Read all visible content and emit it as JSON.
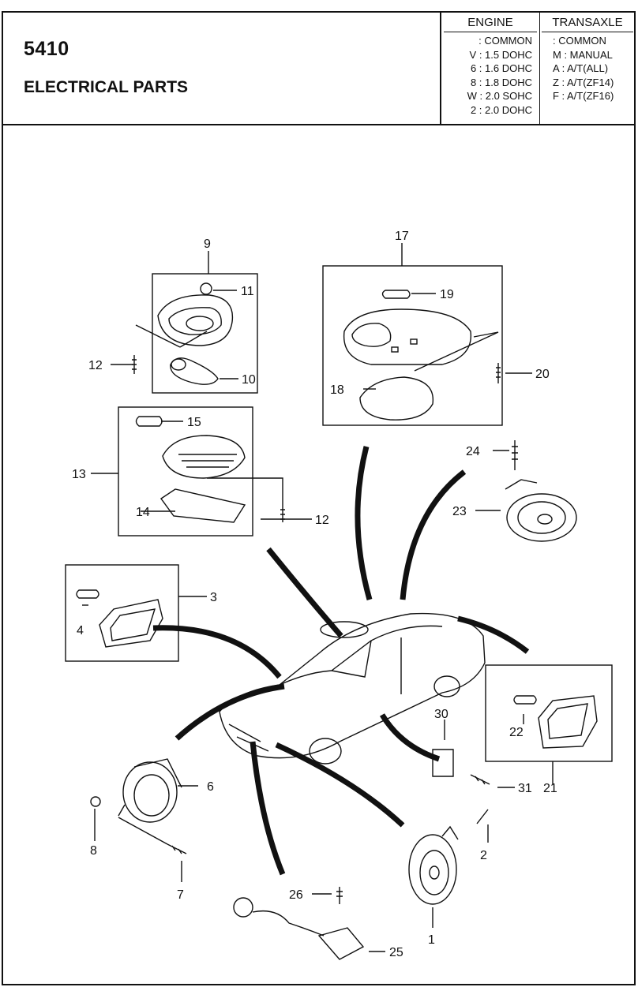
{
  "header": {
    "code": "5410",
    "title": "ELECTRICAL PARTS",
    "engine": {
      "heading": "ENGINE",
      "rows": [
        ": COMMON",
        "V : 1.5 DOHC",
        "6 : 1.6 DOHC",
        "8 : 1.8 DOHC",
        "W : 2.0 SOHC",
        "2 : 2.0 DOHC"
      ]
    },
    "transaxle": {
      "heading": "TRANSAXLE",
      "rows": [
        ": COMMON",
        "M : MANUAL",
        "A : A/T(ALL)",
        "Z : A/T(ZF14)",
        "F : A/T(ZF16)"
      ]
    }
  },
  "parts": {
    "p1": "1",
    "p2": "2",
    "p3": "3",
    "p4": "4",
    "p6": "6",
    "p7": "7",
    "p8": "8",
    "p9": "9",
    "p10": "10",
    "p11": "11",
    "p12a": "12",
    "p12b": "12",
    "p13": "13",
    "p14": "14",
    "p15": "15",
    "p17": "17",
    "p18": "18",
    "p19": "19",
    "p20": "20",
    "p21": "21",
    "p22": "22",
    "p23": "23",
    "p24": "24",
    "p25": "25",
    "p26": "26",
    "p30": "30",
    "p31": "31"
  }
}
